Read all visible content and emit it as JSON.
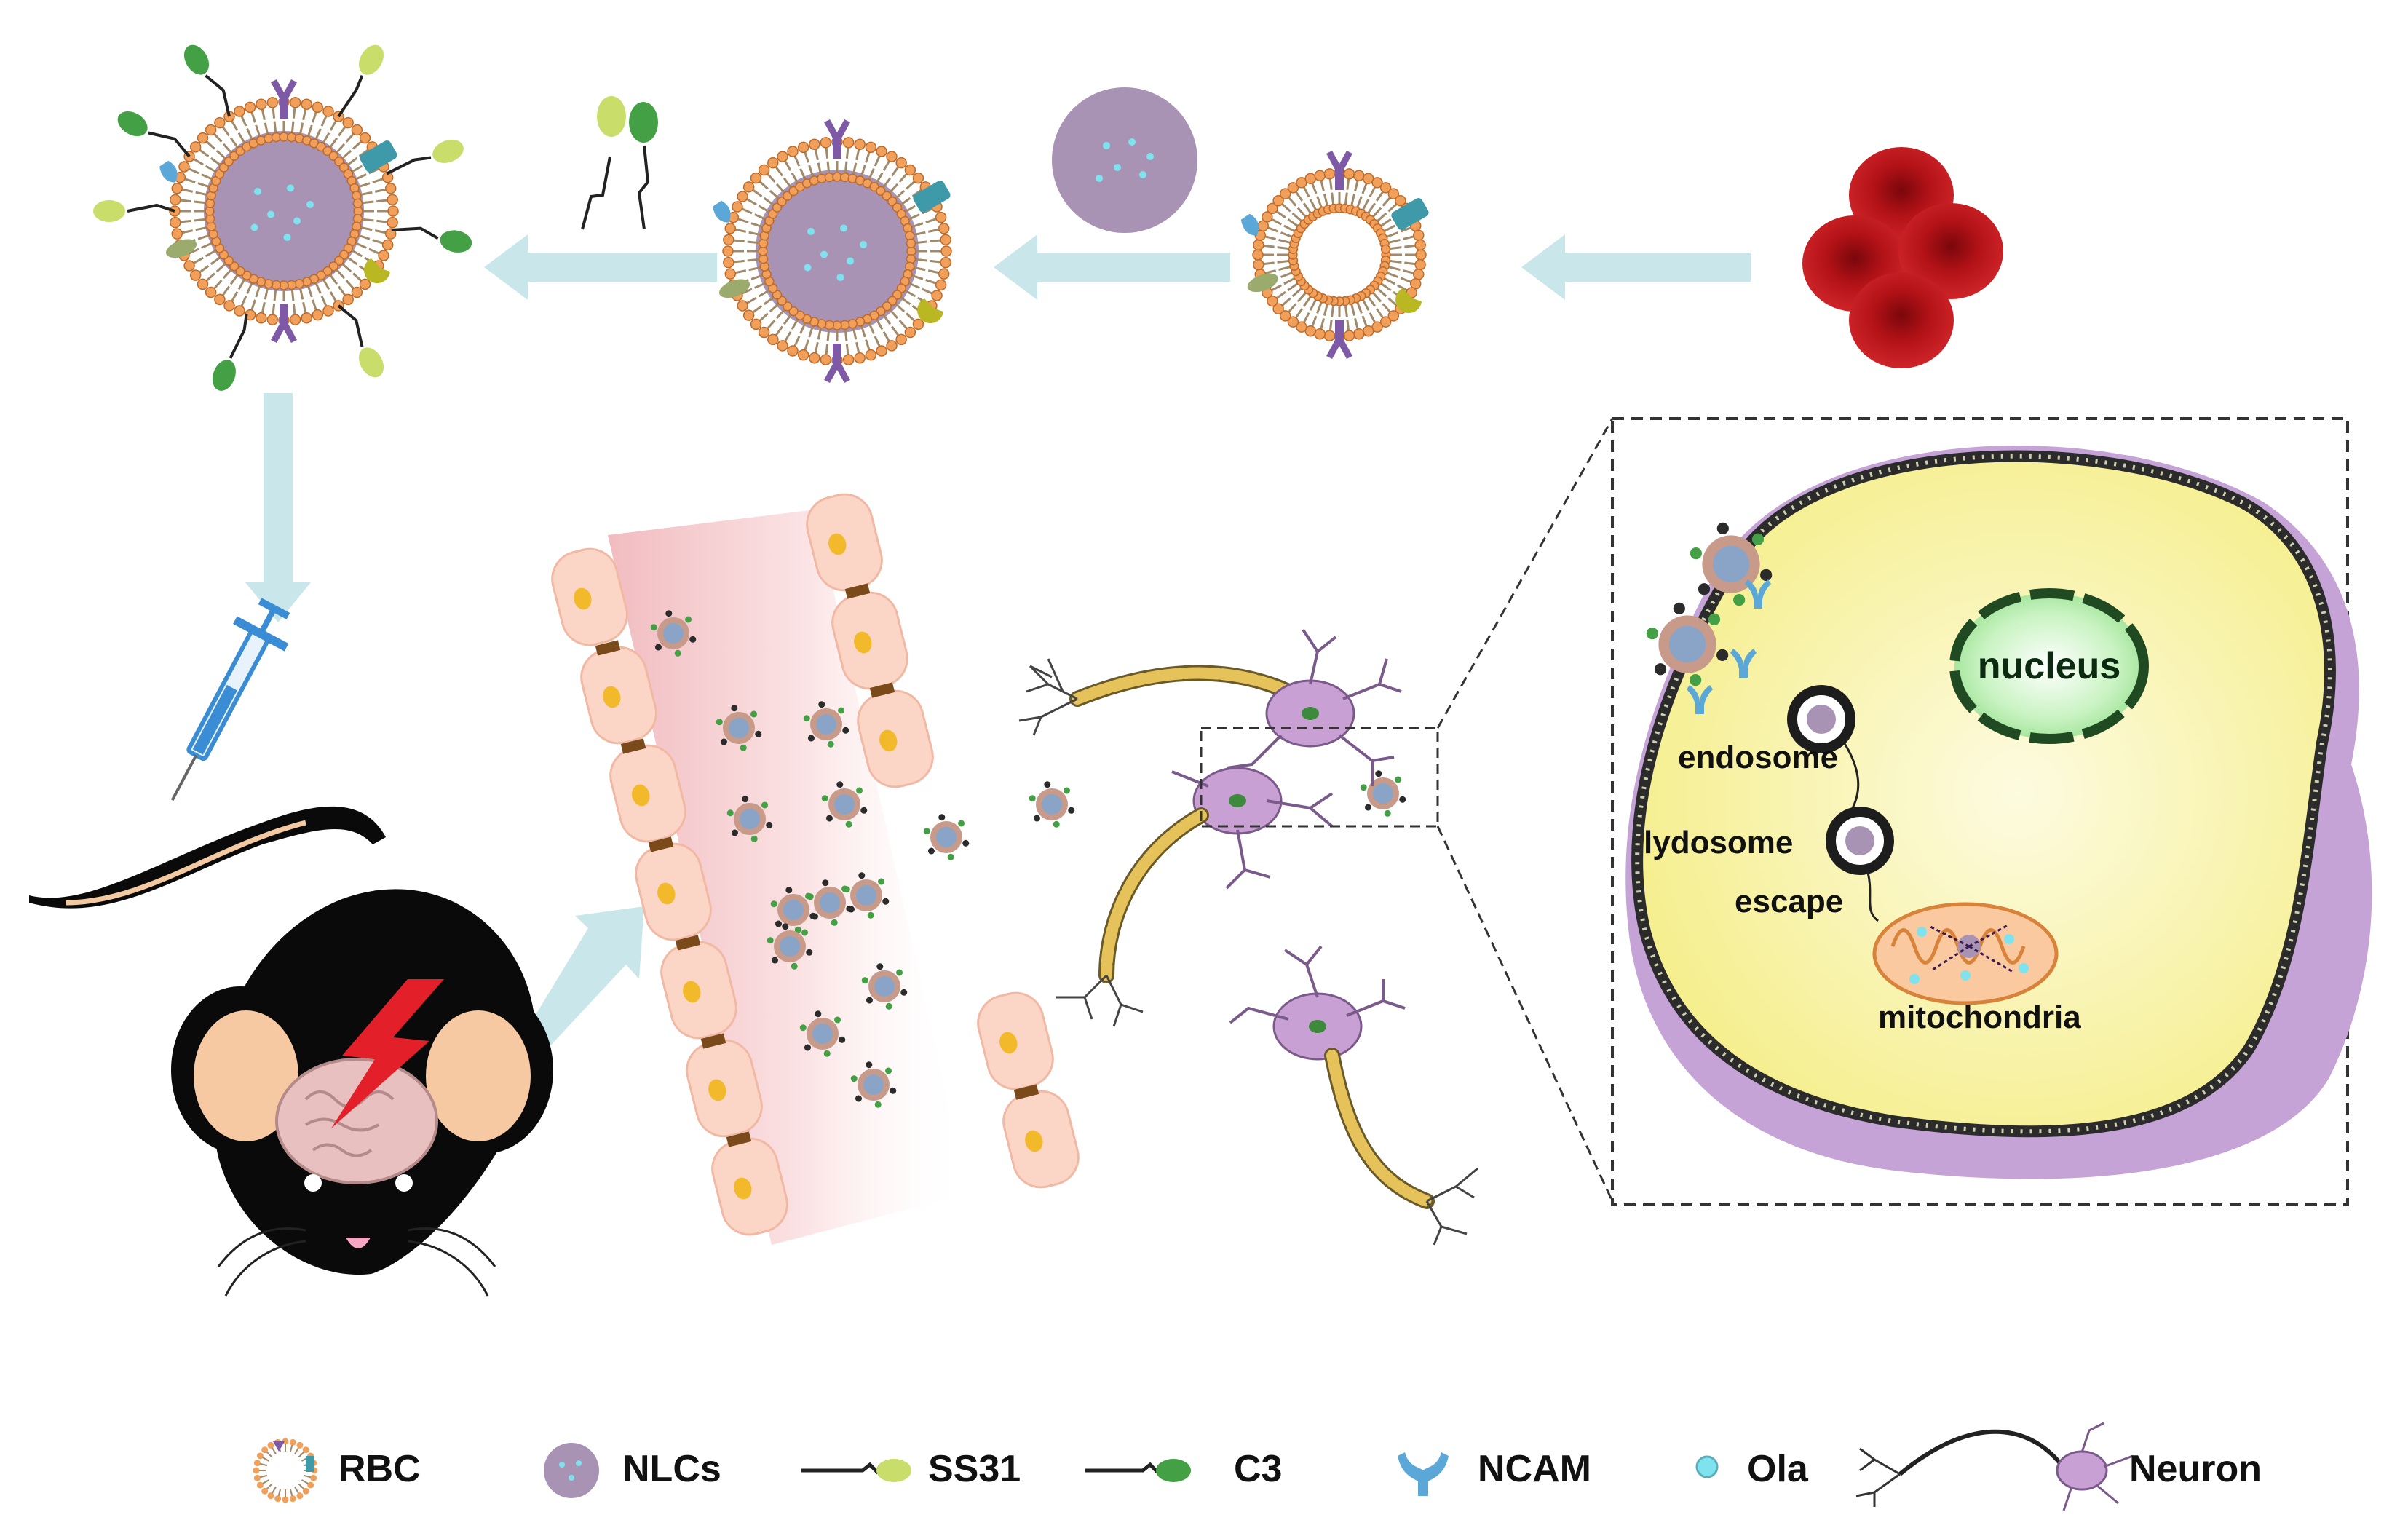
{
  "labels": {
    "nucleus": "nucleus",
    "endosome": "endosome",
    "lysosome": "lydosome",
    "escape": "escape",
    "mitochondria": "mitochondria"
  },
  "legend": [
    {
      "key": "rbc",
      "label": "RBC"
    },
    {
      "key": "nlcs",
      "label": "NLCs"
    },
    {
      "key": "ss31",
      "label": "SS31"
    },
    {
      "key": "c3",
      "label": "C3"
    },
    {
      "key": "ncam",
      "label": "NCAM"
    },
    {
      "key": "ola",
      "label": "Ola"
    },
    {
      "key": "neuron",
      "label": "Neuron"
    }
  ],
  "colors": {
    "arrow": "#c9e6ea",
    "rbc_red": "#b31217",
    "nlc_purple": "#a893b4",
    "lipid_head": "#f0a05a",
    "ncam": "#5ba8d8",
    "ss31_peptide": "#c9dd6a",
    "c3_peptide": "#43a045",
    "cytoplasm": "#faf5a8",
    "cell_membrane_outer": "#c6a3d6",
    "nucleus": "#b8efb2",
    "mitochondria": "#fbc9a0",
    "neuron_body": "#c9a0d4",
    "axon": "#e6c25a",
    "endothelial": "#fbd6c6",
    "mouse": "#0a0a0a"
  }
}
